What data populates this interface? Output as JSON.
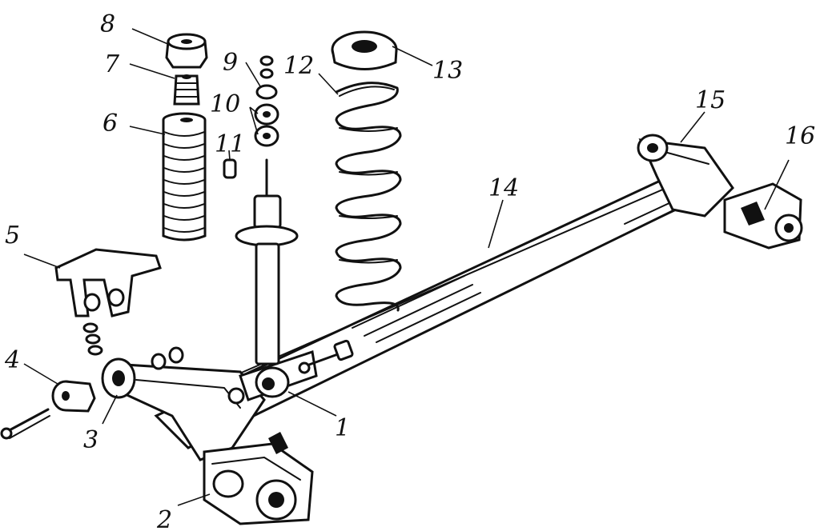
{
  "callouts": [
    {
      "number": "1"
    },
    {
      "number": "2"
    },
    {
      "number": "3"
    },
    {
      "number": "4"
    },
    {
      "number": "5"
    },
    {
      "number": "6"
    },
    {
      "number": "7"
    },
    {
      "number": "8"
    },
    {
      "number": "9"
    },
    {
      "number": "10"
    },
    {
      "number": "11"
    },
    {
      "number": "12"
    },
    {
      "number": "13"
    },
    {
      "number": "14"
    },
    {
      "number": "15"
    },
    {
      "number": "16"
    }
  ],
  "colors": {
    "ink": "#111111",
    "paper": "#ffffff"
  }
}
